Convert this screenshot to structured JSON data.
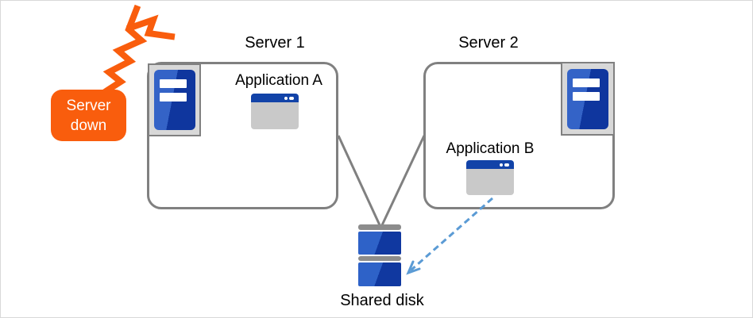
{
  "labels": {
    "server1": "Server 1",
    "server2": "Server 2",
    "application_a": "Application A",
    "application_b": "Application B",
    "shared_disk": "Shared disk"
  },
  "badge": {
    "line1": "Server",
    "line2": "down"
  },
  "icons": {
    "server1_icon": "server-tower-icon",
    "server2_icon": "server-tower-icon",
    "application_a_icon": "app-window-icon",
    "application_b_icon": "app-window-icon",
    "shared_disk_icon": "disk-stack-icon",
    "failure_icon": "lightning-bolt-icon",
    "access_link_icon": "dashed-arrow-icon"
  },
  "colors": {
    "accent_orange": "#F95D0D",
    "line_gray": "#808080",
    "container_gray": "#D8D8D8",
    "tower_blue_light": "#3463C7",
    "tower_blue_dark": "#0F369E",
    "titlebar_blue": "#1243A8",
    "window_body_gray": "#C9C9C9",
    "disk_blue_light": "#2E62C8",
    "disk_blue_dark": "#1038A0",
    "disk_bar_gray": "#8C8C8C",
    "arrow_blue": "#5B9BD5",
    "text_color": "#000000",
    "badge_text": "#FFFFFF",
    "frame_border": "#D9D9D9"
  }
}
